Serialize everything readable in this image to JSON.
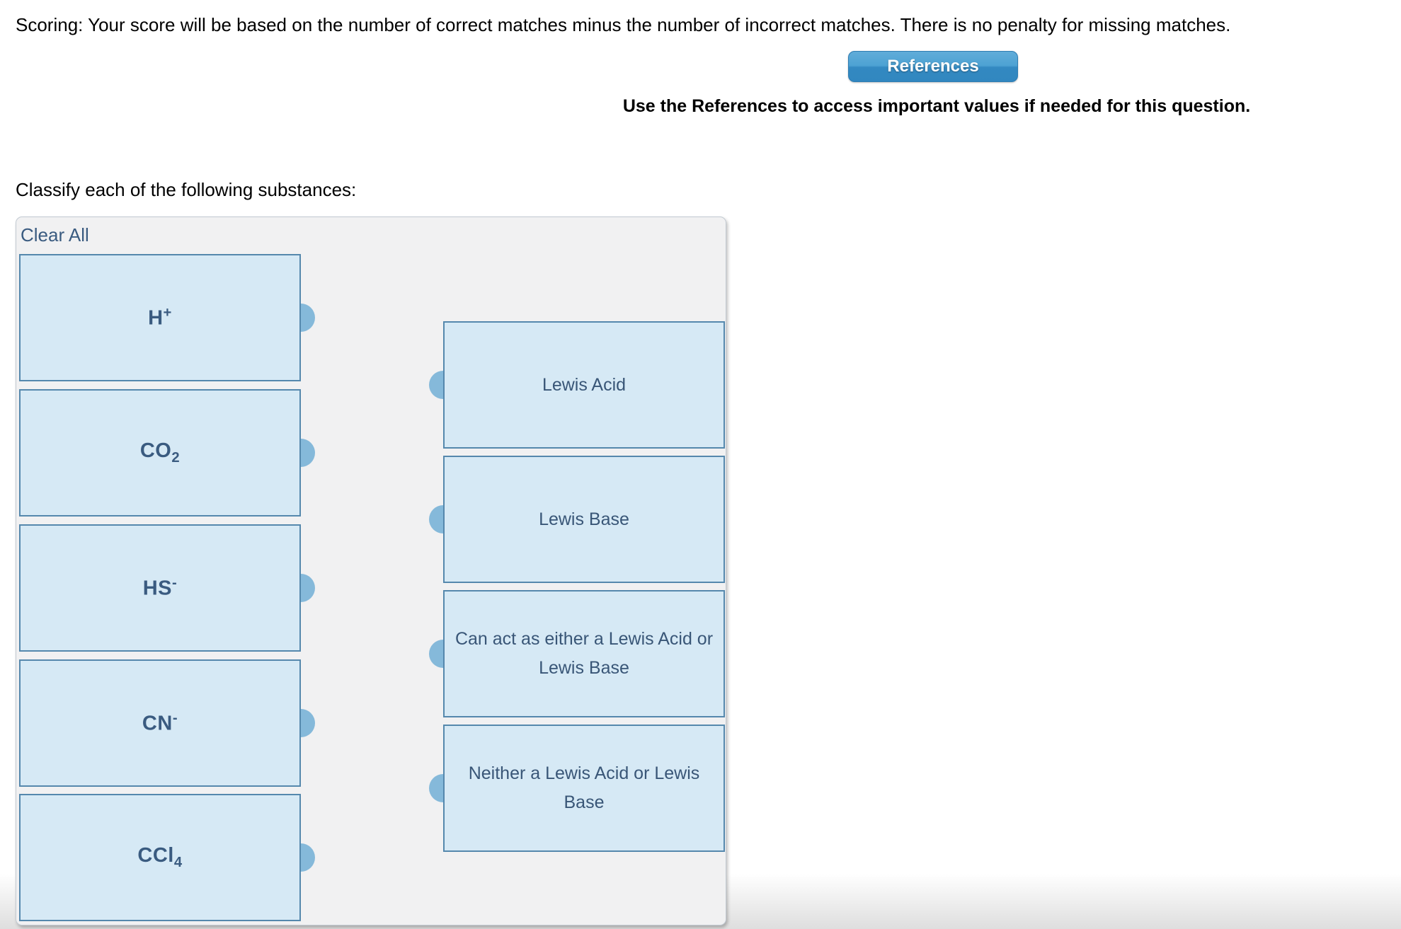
{
  "header": {
    "scoring_text": "Scoring: Your score will be based on the number of correct matches minus the number of incorrect matches. There is no penalty for missing matches.",
    "references_button_label": "References",
    "references_note": "Use the References to access important values if needed for this question."
  },
  "question": {
    "prompt": "Classify each of the following substances:",
    "clear_all_label": "Clear All",
    "substances": [
      {
        "name": "h-plus",
        "main": "H",
        "script": "+",
        "script_pos": "sup"
      },
      {
        "name": "co2",
        "main": "CO",
        "script": "2",
        "script_pos": "sub"
      },
      {
        "name": "hs-minus",
        "main": "HS",
        "script": "-",
        "script_pos": "sup"
      },
      {
        "name": "cn-minus",
        "main": "CN",
        "script": "-",
        "script_pos": "sup"
      },
      {
        "name": "ccl4",
        "main": "CCl",
        "script": "4",
        "script_pos": "sub"
      }
    ],
    "categories": [
      {
        "name": "lewis-acid",
        "label": "Lewis Acid"
      },
      {
        "name": "lewis-base",
        "label": "Lewis Base"
      },
      {
        "name": "either-acid-or-base",
        "label": "Can act as either a Lewis Acid or Lewis Base"
      },
      {
        "name": "neither-acid-nor-base",
        "label": "Neither a Lewis Acid or Lewis Base"
      }
    ]
  },
  "colors": {
    "box_fill": "#d6e9f5",
    "box_border": "#5588ad",
    "connector_dot": "#85b9da",
    "label_text": "#3a5b80",
    "panel_background": "#f1f1f2",
    "button_gradient_top": "#60acd9",
    "button_gradient_bottom": "#3187c0"
  }
}
